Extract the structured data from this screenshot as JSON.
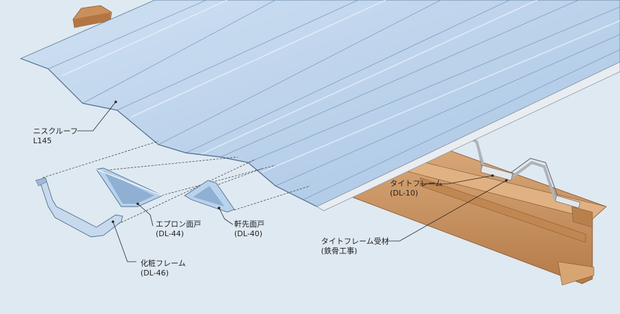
{
  "labels": {
    "niskuroof": {
      "name": "ニスクルーフ",
      "code": "L145"
    },
    "apron": {
      "name": "エプロン面戸",
      "code": "(DL-44)"
    },
    "nokisaki": {
      "name": "軒先面戸",
      "code": "(DL-40)"
    },
    "kesho": {
      "name": "化粧フレーム",
      "code": "(DL-46)"
    },
    "tightframe": {
      "name": "タイトフレーム",
      "code": "(DL-10)"
    },
    "tightframe_ukezai": {
      "name": "タイトフレーム受材",
      "code": "(鉄骨工事)"
    }
  },
  "colors": {
    "background": "#dfe9f1",
    "roof_panel": "#b9d3ec",
    "roof_panel_dark": "#8fb0d2",
    "steel_beam": "#c99564",
    "steel_beam_dark": "#a8713f",
    "frame_metal": "#e4e7ea"
  }
}
